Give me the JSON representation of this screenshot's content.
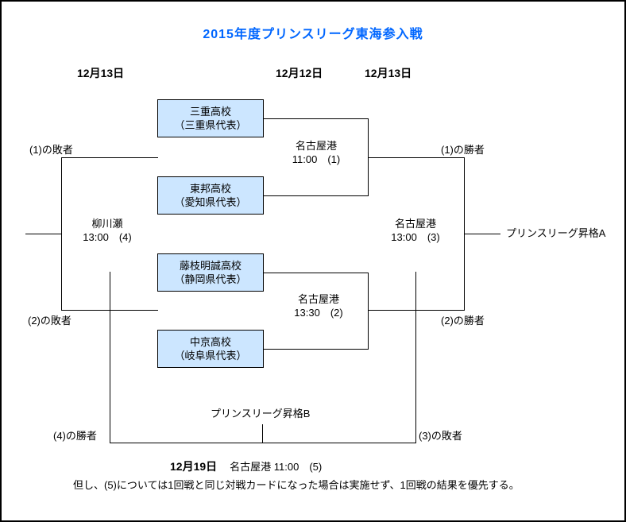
{
  "title": "2015年度プリンスリーグ東海参入戦",
  "dates": {
    "left": "12月13日",
    "middle": "12月12日",
    "right": "12月13日"
  },
  "teams": [
    {
      "name": "三重高校",
      "rep": "（三重県代表）"
    },
    {
      "name": "東邦高校",
      "rep": "（愛知県代表）"
    },
    {
      "name": "藤枝明誠高校",
      "rep": "（静岡県代表）"
    },
    {
      "name": "中京高校",
      "rep": "（岐阜県代表）"
    }
  ],
  "matches": {
    "m1": {
      "venue": "名古屋港",
      "time": "11:00　(1)"
    },
    "m2": {
      "venue": "名古屋港",
      "time": "13:30　(2)"
    },
    "m3": {
      "venue": "名古屋港",
      "time": "13:00　(3)"
    },
    "m4": {
      "venue": "柳川瀬",
      "time": "13:00　(4)"
    }
  },
  "labels": {
    "loser1": "(1)の敗者",
    "loser2": "(2)の敗者",
    "winner1": "(1)の勝者",
    "winner2": "(2)の勝者",
    "winner4": "(4)の勝者",
    "loser3": "(3)の敗者",
    "promo_a": "プリンスリーグ昇格A",
    "promo_b": "プリンスリーグ昇格B"
  },
  "final_match": {
    "date": "12月19日",
    "venue_time": "名古屋港  11:00　(5)"
  },
  "note": "但し、(5)については1回戦と同じ対戦カードになった場合は実施せず、1回戦の結果を優先する。",
  "colors": {
    "title": "#0066ff",
    "team_box_fill": "#cce6ff",
    "line": "#000000"
  }
}
